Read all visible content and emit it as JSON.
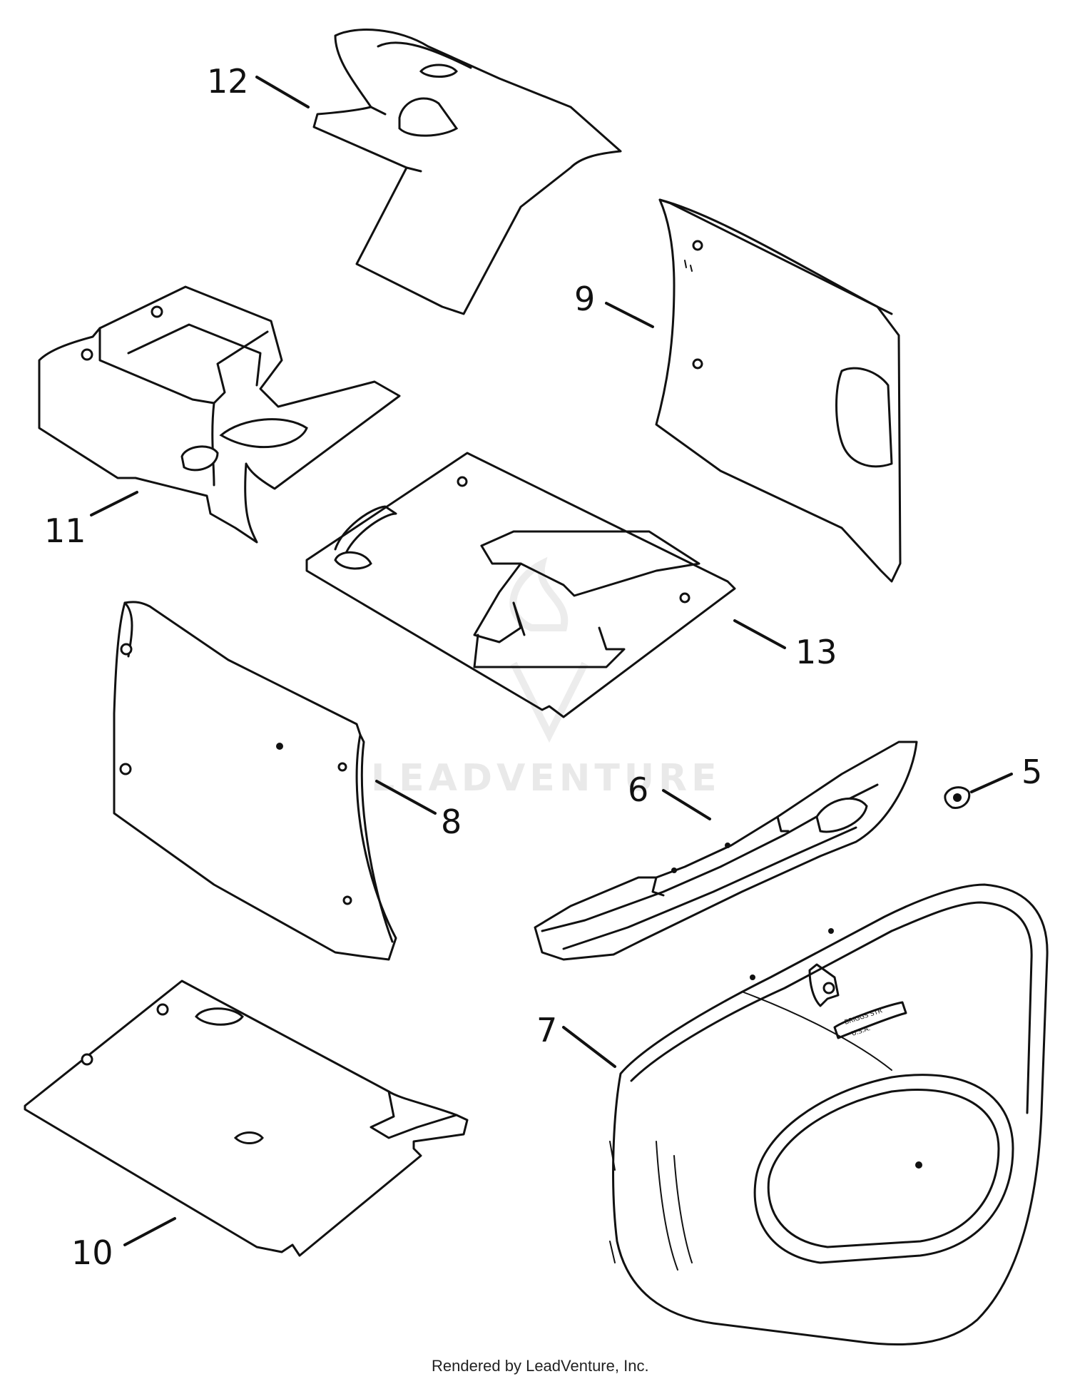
{
  "watermark": {
    "text": "LEADVENTURE"
  },
  "footer": {
    "text": "Rendered by LeadVenture, Inc."
  },
  "badge": {
    "line1": "BRIGGS STR",
    "line2": "U.S.A."
  },
  "callouts": [
    {
      "id": "12",
      "label": "12"
    },
    {
      "id": "9",
      "label": "9"
    },
    {
      "id": "11",
      "label": "11"
    },
    {
      "id": "13",
      "label": "13"
    },
    {
      "id": "8",
      "label": "8"
    },
    {
      "id": "6",
      "label": "6"
    },
    {
      "id": "5",
      "label": "5"
    },
    {
      "id": "7",
      "label": "7"
    },
    {
      "id": "10",
      "label": "10"
    }
  ]
}
